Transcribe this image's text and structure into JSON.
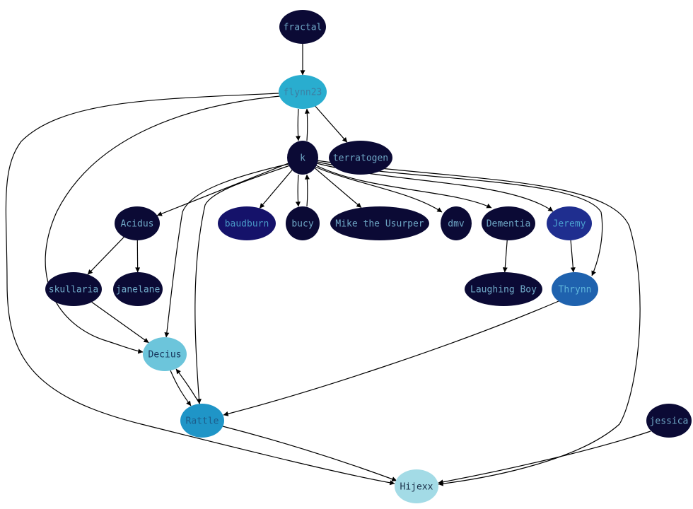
{
  "nodes": [
    {
      "id": "fractal",
      "label": "fractal",
      "fill": "#0b0a35",
      "text": "#6fa8c7"
    },
    {
      "id": "flynn23",
      "label": "flynn23",
      "fill": "#29adcf",
      "text": "#3c7fa3"
    },
    {
      "id": "k",
      "label": "k",
      "fill": "#0b0a35",
      "text": "#6fa8c7"
    },
    {
      "id": "terratogen",
      "label": "terratogen",
      "fill": "#0b0a35",
      "text": "#6fa8c7"
    },
    {
      "id": "acidus",
      "label": "Acidus",
      "fill": "#0b0a35",
      "text": "#6fa8c7"
    },
    {
      "id": "baudburn",
      "label": "baudburn",
      "fill": "#15126a",
      "text": "#4a9ac8"
    },
    {
      "id": "bucy",
      "label": "bucy",
      "fill": "#0b0a35",
      "text": "#6fa8c7"
    },
    {
      "id": "mike",
      "label": "Mike the Usurper",
      "fill": "#0b0a35",
      "text": "#6fa8c7"
    },
    {
      "id": "dmv",
      "label": "dmv",
      "fill": "#0b0a35",
      "text": "#6fa8c7"
    },
    {
      "id": "dementia",
      "label": "Dementia",
      "fill": "#0b0a35",
      "text": "#6fa8c7"
    },
    {
      "id": "jeremy",
      "label": "Jeremy",
      "fill": "#1f2e8f",
      "text": "#4aa0cf"
    },
    {
      "id": "skullaria",
      "label": "skullaria",
      "fill": "#0b0a35",
      "text": "#6fa8c7"
    },
    {
      "id": "janelane",
      "label": "janelane",
      "fill": "#0b0a35",
      "text": "#6fa8c7"
    },
    {
      "id": "laughing",
      "label": "Laughing Boy",
      "fill": "#0b0a35",
      "text": "#6fa8c7"
    },
    {
      "id": "thrynn",
      "label": "Thrynn",
      "fill": "#1f62ae",
      "text": "#5fb6dc"
    },
    {
      "id": "decius",
      "label": "Decius",
      "fill": "#6cc5db",
      "text": "#15345a"
    },
    {
      "id": "rattle",
      "label": "Rattle",
      "fill": "#1f95c7",
      "text": "#1c5c8a"
    },
    {
      "id": "jessica",
      "label": "jessica",
      "fill": "#0b0a35",
      "text": "#6fa8c7"
    },
    {
      "id": "hijexx",
      "label": "Hijexx",
      "fill": "#a3dbe6",
      "text": "#1a2f48"
    }
  ],
  "edges": [
    {
      "from": "fractal",
      "to": "flynn23"
    },
    {
      "from": "flynn23",
      "to": "k"
    },
    {
      "from": "k",
      "to": "flynn23"
    },
    {
      "from": "flynn23",
      "to": "terratogen"
    },
    {
      "from": "flynn23",
      "to": "decius"
    },
    {
      "from": "flynn23",
      "to": "hijexx"
    },
    {
      "from": "k",
      "to": "acidus"
    },
    {
      "from": "k",
      "to": "baudburn"
    },
    {
      "from": "k",
      "to": "bucy"
    },
    {
      "from": "bucy",
      "to": "k"
    },
    {
      "from": "k",
      "to": "mike"
    },
    {
      "from": "k",
      "to": "dmv"
    },
    {
      "from": "k",
      "to": "dementia"
    },
    {
      "from": "k",
      "to": "jeremy"
    },
    {
      "from": "k",
      "to": "thrynn"
    },
    {
      "from": "k",
      "to": "decius"
    },
    {
      "from": "k",
      "to": "rattle"
    },
    {
      "from": "k",
      "to": "hijexx"
    },
    {
      "from": "acidus",
      "to": "skullaria"
    },
    {
      "from": "acidus",
      "to": "janelane"
    },
    {
      "from": "skullaria",
      "to": "decius"
    },
    {
      "from": "dementia",
      "to": "laughing"
    },
    {
      "from": "jeremy",
      "to": "thrynn"
    },
    {
      "from": "thrynn",
      "to": "rattle"
    },
    {
      "from": "decius",
      "to": "rattle"
    },
    {
      "from": "rattle",
      "to": "decius"
    },
    {
      "from": "rattle",
      "to": "hijexx"
    },
    {
      "from": "jessica",
      "to": "hijexx"
    }
  ]
}
